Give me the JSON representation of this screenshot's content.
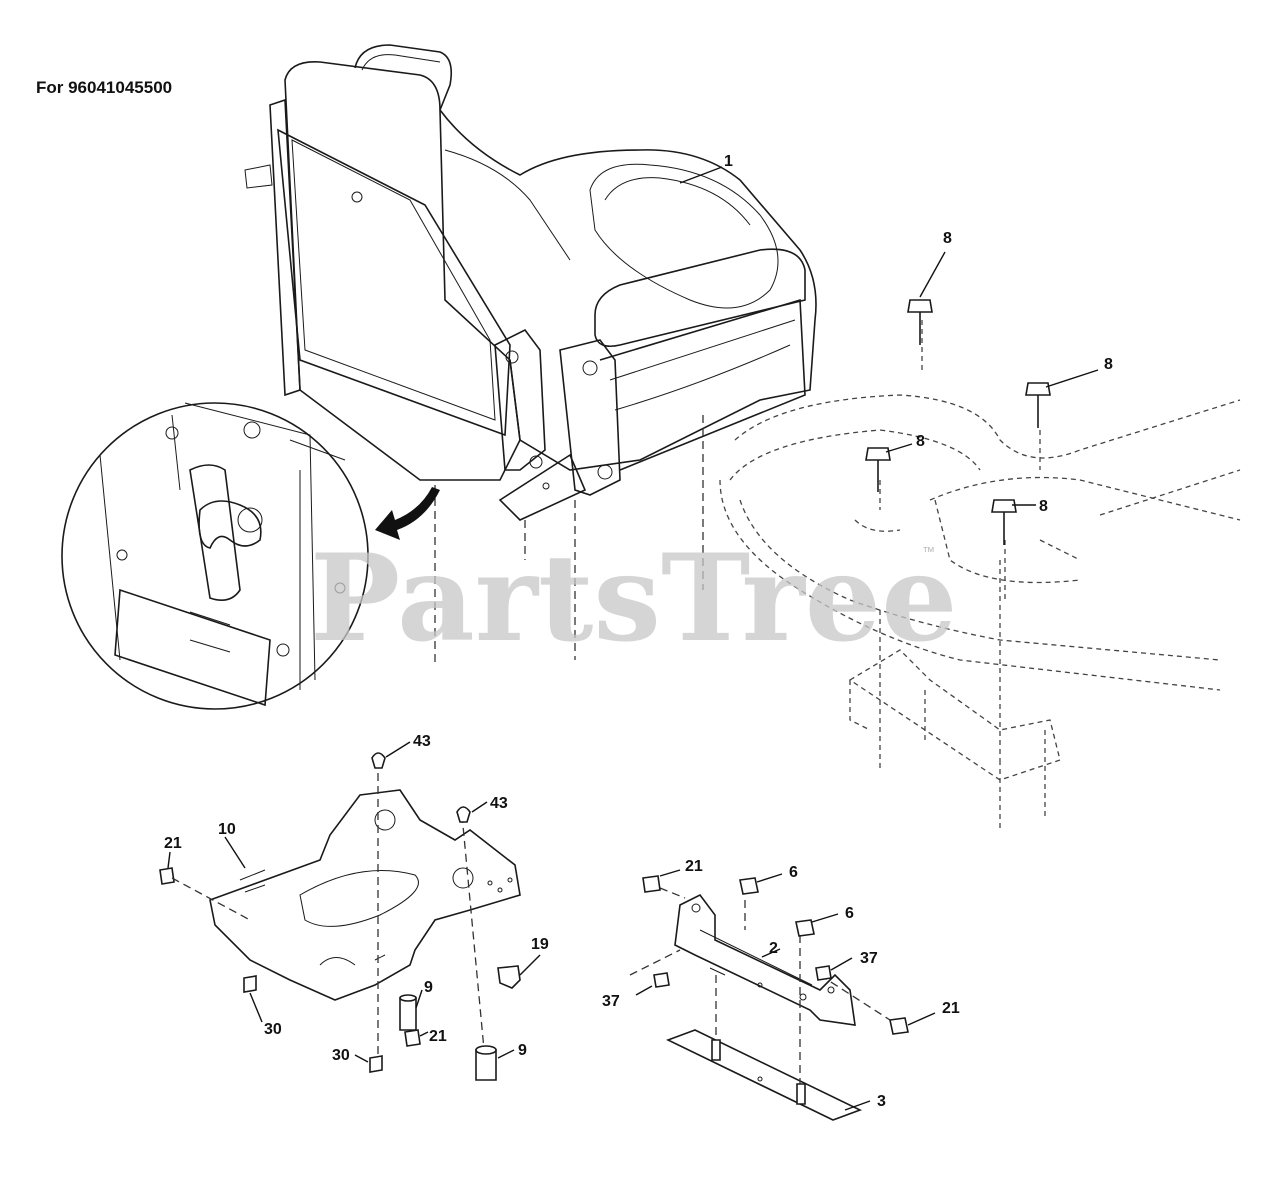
{
  "caption": "For 96041045500",
  "watermark": "PartsTree",
  "callouts": {
    "c1": "1",
    "c8a": "8",
    "c8b": "8",
    "c8c": "8",
    "c8d": "8",
    "c43a": "43",
    "c43b": "43",
    "c10": "10",
    "c21a": "21",
    "c19": "19",
    "c9a": "9",
    "c21b": "21",
    "c30a": "30",
    "c30b": "30",
    "c9b": "9",
    "c21c": "21",
    "c6a": "6",
    "c6b": "6",
    "c2": "2",
    "c37a": "37",
    "c37b": "37",
    "c21d": "21",
    "c3": "3"
  },
  "colors": {
    "line": "#1a1a1a",
    "watermark": "#c8c8c8",
    "background": "#ffffff"
  }
}
